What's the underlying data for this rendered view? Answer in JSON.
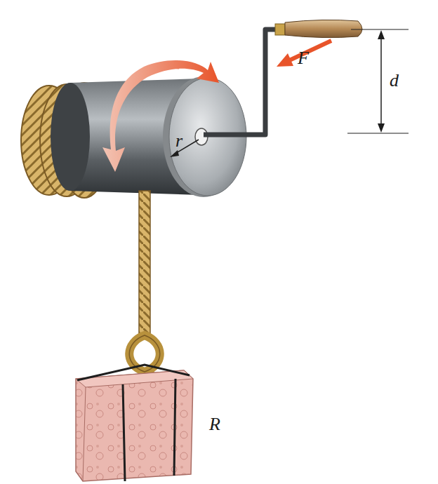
{
  "diagram": {
    "labels": [
      "F",
      "d",
      "r",
      "R"
    ]
  }
}
